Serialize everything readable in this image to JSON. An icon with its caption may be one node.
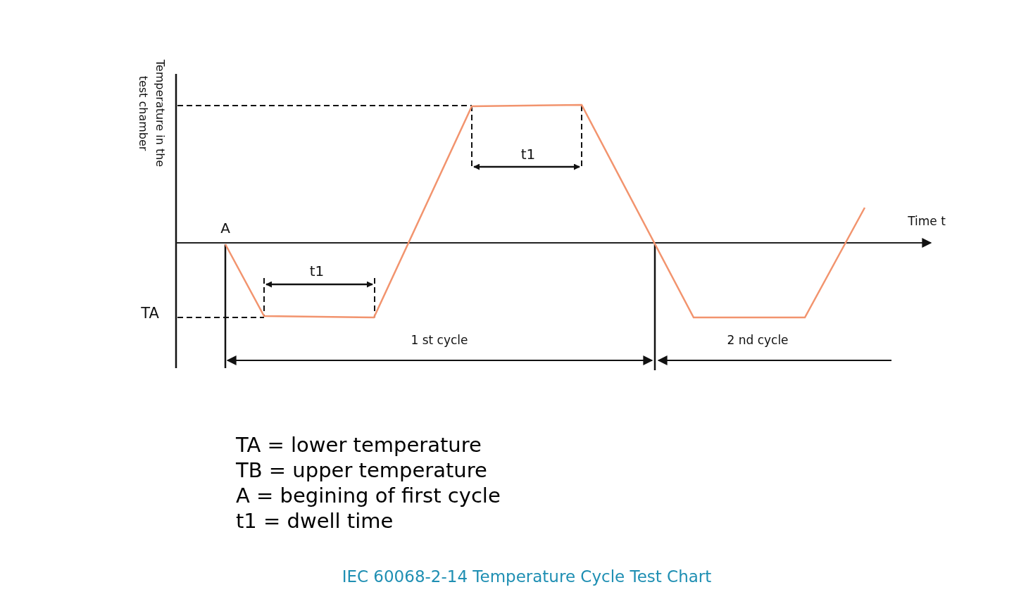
{
  "diagram": {
    "caption": "IEC 60068-2-14 Temperature Cycle Test Chart",
    "labels": [
      "Temperature in the test chamber",
      "A",
      "TA",
      "Time t",
      "t1",
      "t1",
      "1 st cycle",
      "2 nd cycle",
      "TA = lower temperature",
      "TB = upper temperature",
      "A = begining of first cycle",
      "t1 = dwell time"
    ]
  }
}
